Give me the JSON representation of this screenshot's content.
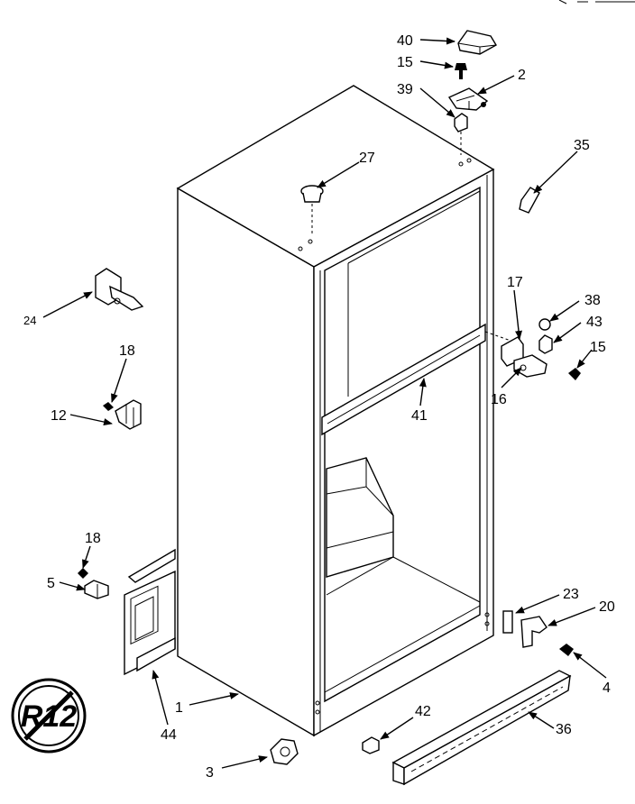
{
  "diagram": {
    "labels": {
      "p40": "40",
      "p15a": "15",
      "p2": "2",
      "p39": "39",
      "p35": "35",
      "p27": "27",
      "p24": "24",
      "p18a": "18",
      "p12": "12",
      "p17": "17",
      "p38": "38",
      "p43": "43",
      "p15b": "15",
      "p16": "16",
      "p41": "41",
      "p18b": "18",
      "p5": "5",
      "p23": "23",
      "p20": "20",
      "p4": "4",
      "p1": "1",
      "p44": "44",
      "p42": "42",
      "p36": "36",
      "p3": "3"
    },
    "badge": "R12"
  }
}
